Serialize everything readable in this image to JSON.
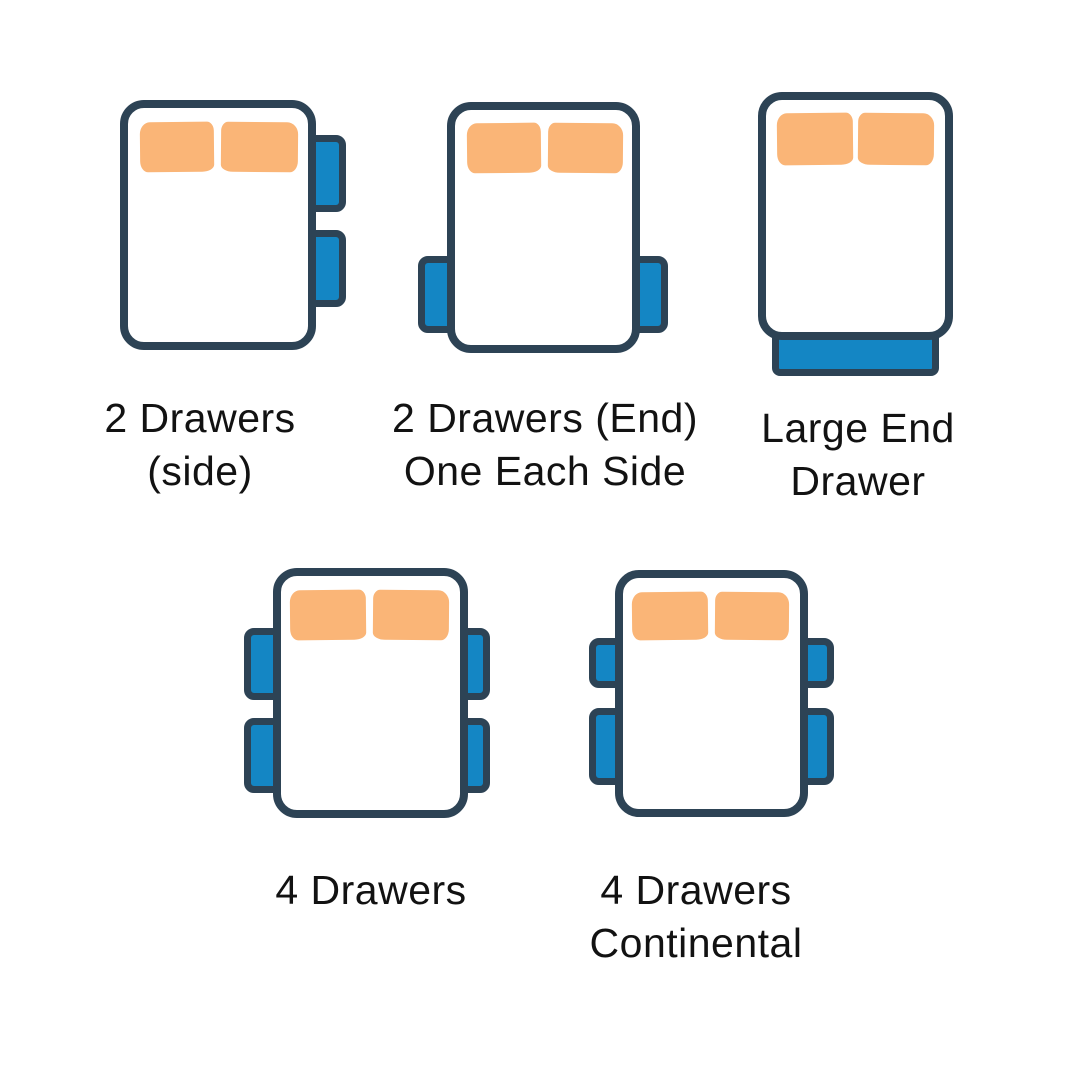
{
  "colors": {
    "outline_navy": "#2d4355",
    "drawer_blue": "#1486c4",
    "pillow_orange": "#fab577",
    "text": "#121212",
    "background": "#ffffff"
  },
  "diagrams": [
    {
      "id": "2-drawers-side",
      "label_lines": [
        "2 Drawers",
        "(side)"
      ],
      "drawer_count": 2,
      "pillow_count": 2
    },
    {
      "id": "2-drawers-end-one-each-side",
      "label_lines": [
        "2 Drawers (End)",
        "One Each Side"
      ],
      "drawer_count": 2,
      "pillow_count": 2
    },
    {
      "id": "large-end-drawer",
      "label_lines": [
        "Large End",
        "Drawer"
      ],
      "drawer_count": 1,
      "pillow_count": 2
    },
    {
      "id": "4-drawers",
      "label_lines": [
        "4 Drawers"
      ],
      "drawer_count": 4,
      "pillow_count": 2
    },
    {
      "id": "4-drawers-continental",
      "label_lines": [
        "4 Drawers",
        "Continental"
      ],
      "drawer_count": 4,
      "pillow_count": 2
    }
  ]
}
